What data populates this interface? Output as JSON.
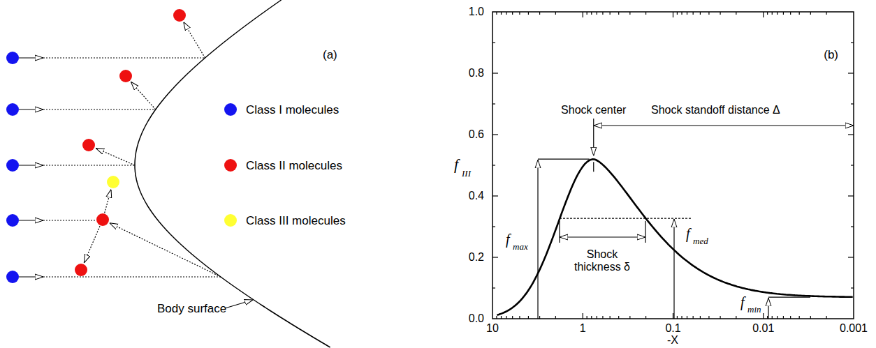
{
  "diagram": {
    "labels": [
      "(a)",
      "Body surface",
      "(b)",
      "1.0",
      "0.8",
      "0.6",
      "0.4",
      "0.2",
      "0.0",
      "10",
      "1",
      "0.1",
      "0.01",
      "0.001",
      "-X",
      "f",
      "III",
      "Shock center",
      "Shock standoff distance Δ",
      "f",
      "max",
      "f",
      "med",
      "f",
      "min",
      "Shock thickness δ"
    ],
    "legend": [
      {
        "text": "Class I molecules",
        "color": "#1414f0"
      },
      {
        "text": "Class II molecules",
        "color": "#ee1111"
      },
      {
        "text": "Class III molecules",
        "color": "#ffff33"
      }
    ]
  }
}
